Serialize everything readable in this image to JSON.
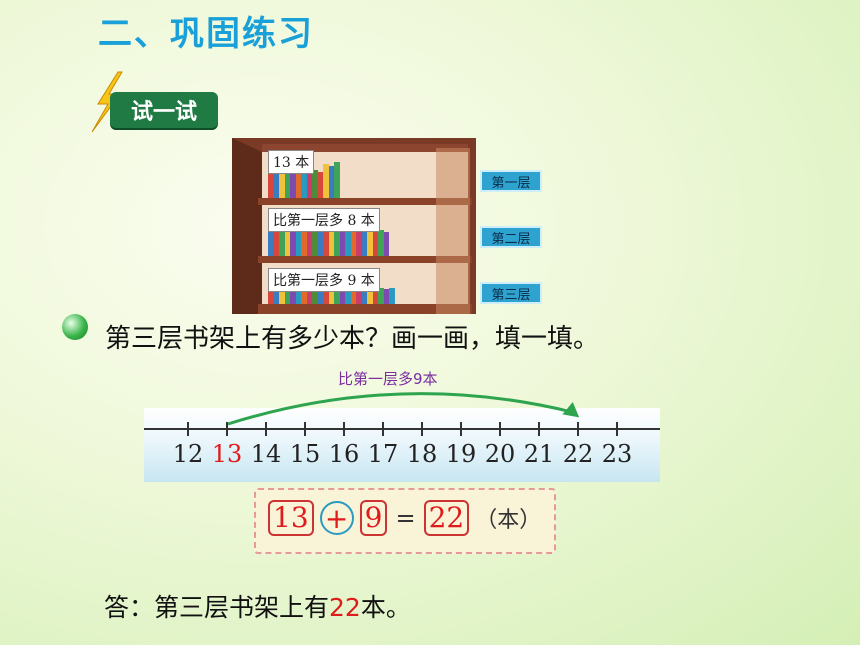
{
  "section_title": "二、巩固练习",
  "try_badge": "试一试",
  "bookcase": {
    "notes": [
      "13 本",
      "比第一层多 8 本",
      "比第一层多 9 本"
    ],
    "shelf_labels": [
      "第一层",
      "第二层",
      "第三层"
    ]
  },
  "question": "第三层书架上有多少本？画一画，填一填。",
  "number_line": {
    "arrow_label": "比第一层多9本",
    "ticks": [
      "12",
      "13",
      "14",
      "15",
      "16",
      "17",
      "18",
      "19",
      "20",
      "21",
      "22",
      "23"
    ],
    "highlight": "13"
  },
  "equation": {
    "a": "13",
    "op": "+",
    "b": "9",
    "eq": "=",
    "result": "22",
    "unit": "（本）"
  },
  "answer": {
    "prefix": "答：第三层书架上有",
    "value": "22",
    "suffix": "本。"
  }
}
